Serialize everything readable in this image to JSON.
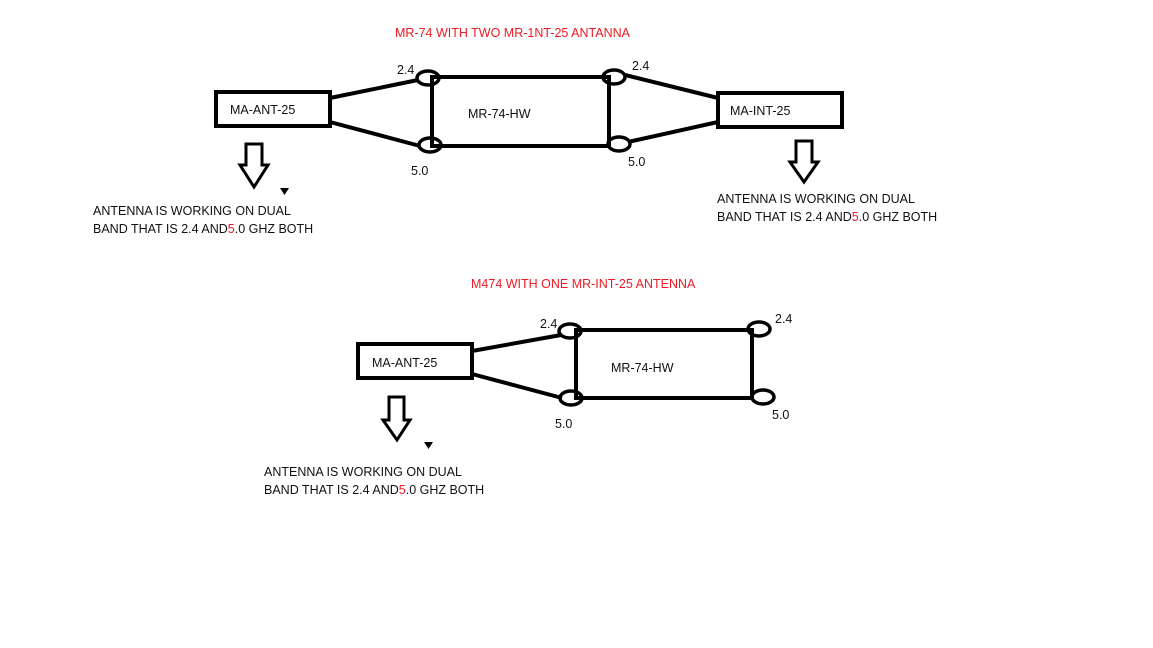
{
  "diagram1": {
    "title": "MR-74 WITH TWO MR-1NT-25 ANTANNA",
    "left_antenna": "MA-ANT-25",
    "hardware": "MR-74-HW",
    "right_antenna": "MA-INT-25",
    "port_labels": {
      "left_top": "2.4",
      "left_bottom": "5.0",
      "right_top": "2.4",
      "right_bottom": "5.0"
    },
    "note_left": {
      "line1": "ANTENNA IS WORKING ON DUAL",
      "line2_a": "BAND THAT IS 2.4 AND",
      "line2_red": "5",
      "line2_b": ".0 GHZ BOTH"
    },
    "note_right": {
      "line1": "ANTENNA IS WORKING ON DUAL",
      "line2_a": "BAND THAT IS 2.4 AND",
      "line2_red": "5",
      "line2_b": ".0 GHZ BOTH"
    }
  },
  "diagram2": {
    "title": "M474 WITH ONE MR-INT-25 ANTENNA",
    "antenna": "MA-ANT-25",
    "hardware": "MR-74-HW",
    "port_labels": {
      "left_top": "2.4",
      "left_bottom": "5.0",
      "right_top": "2.4",
      "right_bottom": "5.0"
    },
    "note": {
      "line1": "ANTENNA IS WORKING ON DUAL",
      "line2_a": "BAND THAT IS 2.4 AND",
      "line2_red": "5",
      "line2_b": ".0 GHZ BOTH"
    }
  },
  "colors": {
    "title": "#ed1c24",
    "stroke": "#000000"
  }
}
